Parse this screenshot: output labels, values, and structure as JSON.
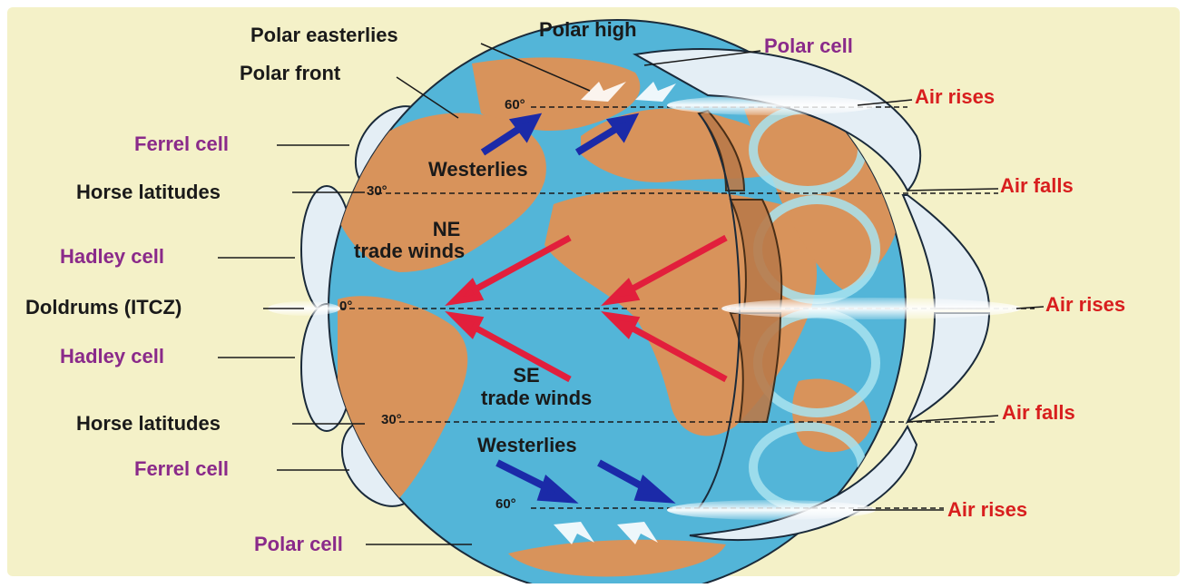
{
  "colors": {
    "background": "#f4f1c8",
    "ocean": "#53b5d8",
    "land": "#d8935b",
    "cell_fill": "#e4eef5",
    "cell_stroke": "#1a2a3a",
    "westerlies_arrow": "#1b2aa8",
    "trade_wind_arrow": "#e21f3c",
    "label_black": "#1a1a1a",
    "label_purple": "#8a2a8a",
    "label_red": "#d81e1e"
  },
  "left_labels": {
    "ferrel_top": "Ferrel cell",
    "horse_top": "Horse latitudes",
    "hadley_top": "Hadley cell",
    "doldrums": "Doldrums (ITCZ)",
    "hadley_bottom": "Hadley cell",
    "horse_bottom": "Horse latitudes",
    "ferrel_bottom": "Ferrel cell",
    "polar_bottom": "Polar cell"
  },
  "top_labels": {
    "polar_easterlies": "Polar easterlies",
    "polar_high": "Polar high",
    "polar_front": "Polar front",
    "polar_cell": "Polar cell"
  },
  "right_labels": {
    "rises_60n": "Air rises",
    "falls_30n": "Air falls",
    "rises_eq": "Air rises",
    "falls_30s": "Air falls",
    "rises_60s": "Air rises"
  },
  "globe_labels": {
    "westerlies_north": "Westerlies",
    "ne_trade_line1": "NE",
    "ne_trade_line2": "trade winds",
    "se_trade_line1": "SE",
    "se_trade_line2": "trade winds",
    "westerlies_south": "Westerlies"
  },
  "latitudes": {
    "lat_60n": "60°",
    "lat_30n": "30°",
    "lat_0": "0°",
    "lat_30s": "30°",
    "lat_60s": "60°"
  }
}
